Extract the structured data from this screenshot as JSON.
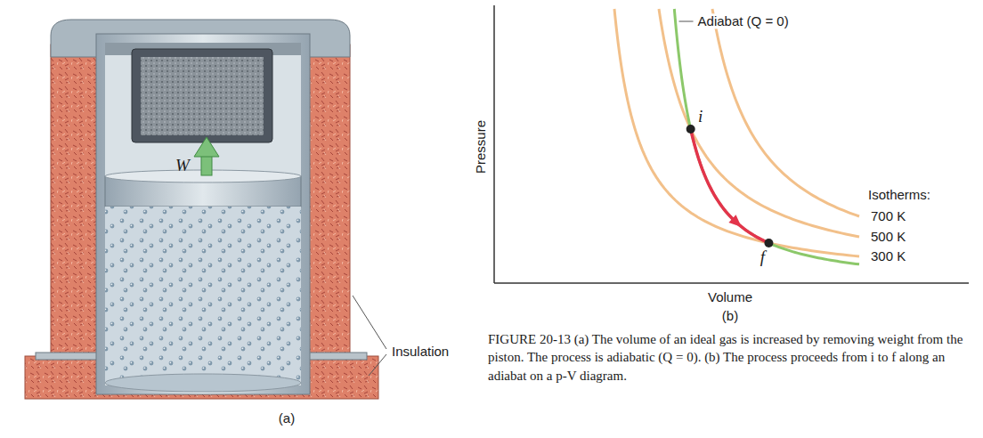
{
  "diagram": {
    "caption": "FIGURE 20-13 (a) The volume of an ideal gas is increased by removing weight from the piston. The process is adiabatic (Q = 0). (b) The process proceeds from i to f along an adiabat on a p-V diagram.",
    "labels": [
      "W",
      "Insulation",
      "(a)",
      "Adiabat (Q = 0)",
      "i",
      "f",
      "Pressure",
      "Volume",
      "(b)",
      "Isotherms:",
      "700 K",
      "500 K",
      "300 K"
    ]
  }
}
